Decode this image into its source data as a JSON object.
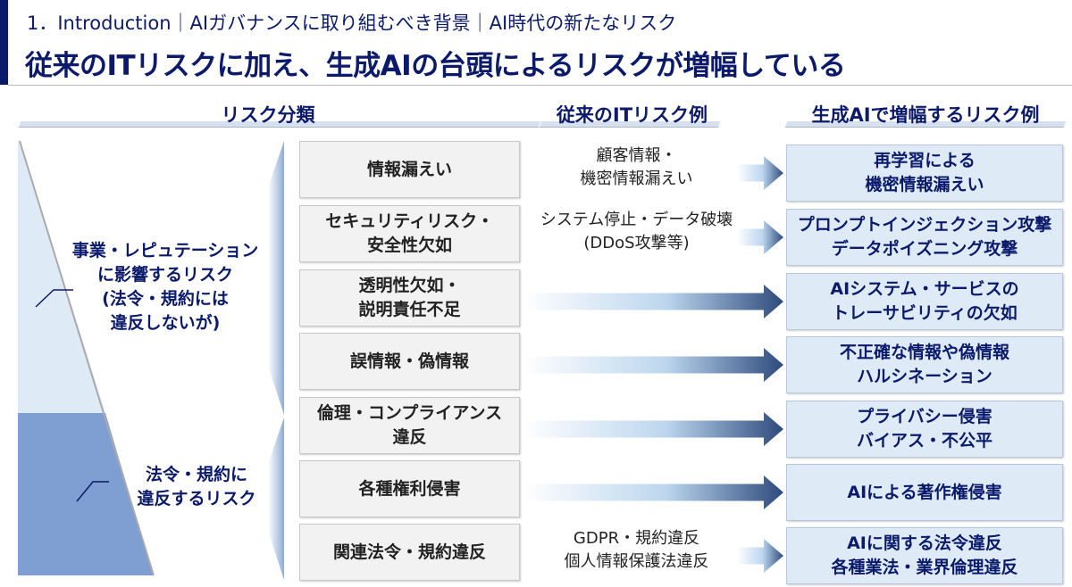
{
  "header": {
    "breadcrumb": "1．Introduction｜AIガバナンスに取り組むべき背景｜AI時代の新たなリスク",
    "title": "従来のITリスクに加え、生成AIの台頭によるリスクが増幅している"
  },
  "columns": {
    "category": "リスク分類",
    "traditional": "従来のITリスク例",
    "genai": "生成AIで増幅するリスク例"
  },
  "categories": {
    "upper": "事業・レピュテーション\nに影響するリスク\n(法令・規約には\n違反しないが)",
    "lower": "法令・規約に\n違反するリスク"
  },
  "rows": [
    {
      "risk": "情報漏えい",
      "traditional": "顧客情報・\n機密情報漏えい",
      "genai": "再学習による\n機密情報漏えい"
    },
    {
      "risk": "セキュリティリスク・\n安全性欠如",
      "traditional": "システム停止・データ破壊\n(DDoS攻撃等)",
      "genai": "プロンプトインジェクション攻撃\nデータポイズニング攻撃"
    },
    {
      "risk": "透明性欠如・\n説明責任不足",
      "traditional": "",
      "genai": "AIシステム・サービスの\nトレーサビリティの欠如"
    },
    {
      "risk": "誤情報・偽情報",
      "traditional": "",
      "genai": "不正確な情報や偽情報\nハルシネーション"
    },
    {
      "risk": "倫理・コンプライアンス\n違反",
      "traditional": "",
      "genai": "プライバシー侵害\nバイアス・不公平"
    },
    {
      "risk": "各種権利侵害",
      "traditional": "",
      "genai": "AIによる著作権侵害"
    },
    {
      "risk": "関連法令・規約違反",
      "traditional": "GDPR・規約違反\n個人情報保護法違反",
      "genai": "AIに関する法令違反\n各種業法・業界倫理違反"
    }
  ],
  "colors": {
    "navy": "#0b1a6b",
    "light_blue": "#deebf7",
    "mid_blue": "#7f9fd3"
  }
}
